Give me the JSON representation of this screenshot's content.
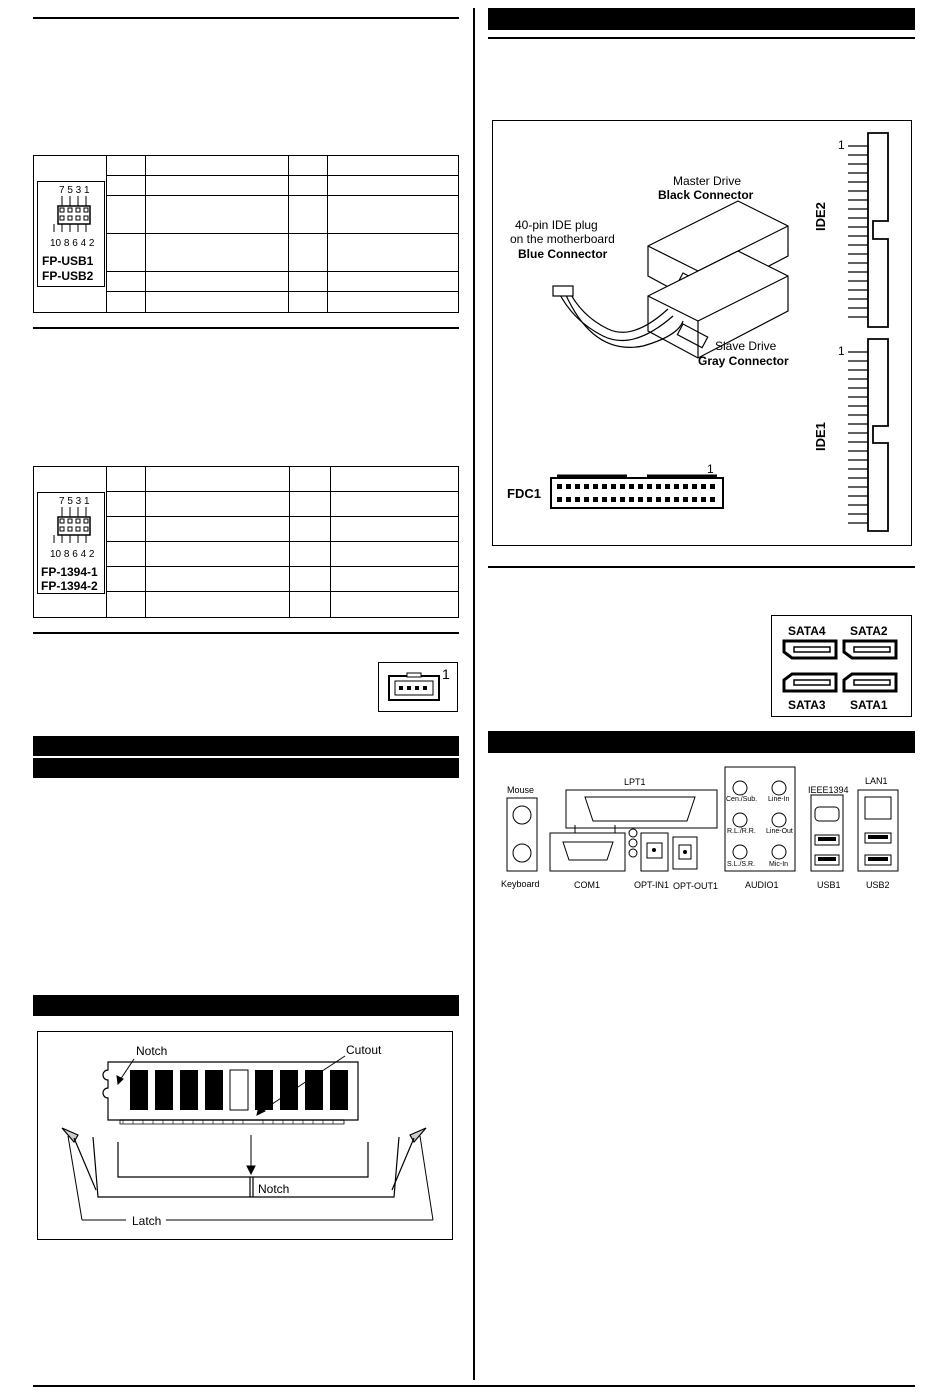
{
  "usb_header": {
    "top_pins": "7 5 3 1",
    "bottom_pins": "10 8 6 4 2",
    "name1": "FP-USB1",
    "name2": "FP-USB2"
  },
  "ieee_header": {
    "top_pins": "7 5 3 1",
    "bottom_pins": "10 8 6 4 2",
    "name1": "FP-1394-1",
    "name2": "FP-1394-2"
  },
  "small_connector": {
    "pin1": "1"
  },
  "ide": {
    "master_title": "Master Drive",
    "master_conn": "Black Connector",
    "plug_line1": "40-pin IDE plug",
    "plug_line2": "on the motherboard",
    "plug_conn": "Blue Connector",
    "slave_title": "Slave Drive",
    "slave_conn": "Gray Connector",
    "ide2": "IDE2",
    "ide1": "IDE1",
    "pin1": "1",
    "fdc": "FDC1",
    "fdc_pin1": "1"
  },
  "sata": {
    "s4": "SATA4",
    "s2": "SATA2",
    "s3": "SATA3",
    "s1": "SATA1"
  },
  "rear_panel": {
    "mouse": "Mouse",
    "keyboard": "Keyboard",
    "lpt": "LPT1",
    "com": "COM1",
    "optin": "OPT-IN1",
    "optout": "OPT-OUT1",
    "audio": "AUDIO1",
    "cen": "Cen./Sub.",
    "linein": "Line-In",
    "rlrr": "R.L./R.R.",
    "lineout": "Line-Out",
    "slsr": "S.L./S.R.",
    "micin": "Mic-In",
    "ieee": "IEEE1394",
    "lan": "LAN1",
    "usb1": "USB1",
    "usb2": "USB2"
  },
  "dimm": {
    "notch_top": "Notch",
    "cutout": "Cutout",
    "notch_bottom": "Notch",
    "latch": "Latch"
  }
}
